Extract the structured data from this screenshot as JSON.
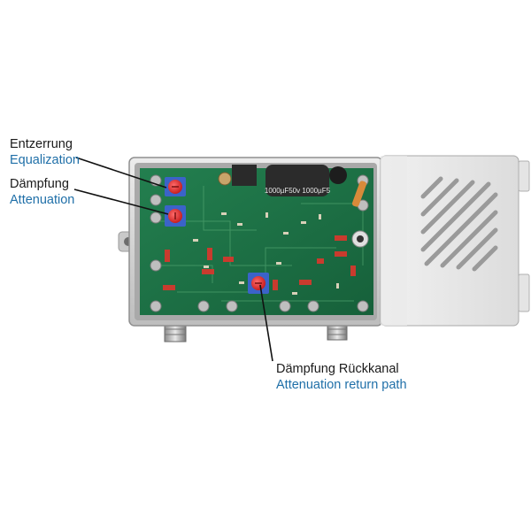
{
  "annotations": {
    "equalization": {
      "de": "Entzerrung",
      "en": "Equalization"
    },
    "attenuation": {
      "de": "Dämpfung",
      "en": "Attenuation"
    },
    "return_path": {
      "de": "Dämpfung Rückkanal",
      "en": "Attenuation return path"
    }
  },
  "capacitor_marking": "1000µF50v 1000µF5",
  "colors": {
    "german_text": "#1a1a1a",
    "english_text": "#1f6fa8",
    "pcb": "#1f7a4a",
    "potentiometer_knob": "#e23a3a",
    "potentiometer_body": "#3b63c9",
    "housing": "#d9d9d9"
  }
}
